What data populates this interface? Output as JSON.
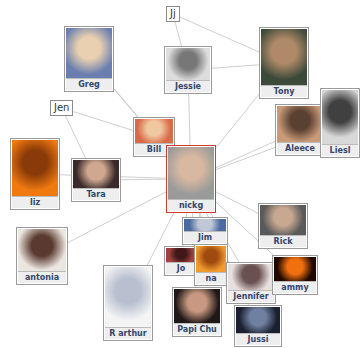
{
  "diagram": {
    "nodes": [
      {
        "text": [
          "Jj"
        ]
      },
      {
        "text": [
          "Greg"
        ]
      },
      {
        "text": [
          "Jessie"
        ]
      },
      {
        "text": [
          "Tony"
        ]
      },
      {
        "text": [
          "Jen"
        ]
      },
      {
        "text": [
          "Aleece"
        ]
      },
      {
        "text": [
          "Liesl"
        ]
      },
      {
        "text": [
          "Bill"
        ]
      },
      {
        "text": [
          "liz"
        ]
      },
      {
        "text": [
          "Tara"
        ]
      },
      {
        "text": [
          "nickg"
        ]
      },
      {
        "text": [
          "Jim"
        ]
      },
      {
        "text": [
          "Rick"
        ]
      },
      {
        "text": [
          "antonia"
        ]
      },
      {
        "text": [
          "Jo"
        ]
      },
      {
        "text": [
          "na"
        ]
      },
      {
        "text": [
          "Jennifer"
        ]
      },
      {
        "text": [
          "ammy"
        ]
      },
      {
        "text": [
          "R arthur"
        ]
      },
      {
        "text": [
          "Papi Chu"
        ]
      },
      {
        "text": [
          "Jussi"
        ]
      }
    ],
    "edges": [
      {
        "from": 10,
        "to": 1,
        "arrow": "none"
      },
      {
        "from": 10,
        "to": 2,
        "arrow": "none"
      },
      {
        "from": 10,
        "to": 3,
        "arrow": "none"
      },
      {
        "from": 10,
        "to": 5,
        "arrow": "none"
      },
      {
        "from": 10,
        "to": 6,
        "arrow": "none"
      },
      {
        "from": 10,
        "to": 7,
        "arrow": "none"
      },
      {
        "from": 10,
        "to": 8,
        "arrow": "none"
      },
      {
        "from": 10,
        "to": 9,
        "arrow": "none"
      },
      {
        "from": 10,
        "to": 11,
        "arrow": "none"
      },
      {
        "from": 10,
        "to": 12,
        "arrow": "none"
      },
      {
        "from": 10,
        "to": 13,
        "arrow": "none"
      },
      {
        "from": 10,
        "to": 14,
        "arrow": "none"
      },
      {
        "from": 10,
        "to": 15,
        "arrow": "none"
      },
      {
        "from": 10,
        "to": 16,
        "arrow": "none"
      },
      {
        "from": 10,
        "to": 17,
        "arrow": "none"
      },
      {
        "from": 10,
        "to": 18,
        "arrow": "none"
      },
      {
        "from": 10,
        "to": 19,
        "arrow": "none"
      },
      {
        "from": 10,
        "to": 20,
        "arrow": "none"
      },
      {
        "from": 0,
        "to": 2,
        "arrow": "none"
      },
      {
        "from": 0,
        "to": 3,
        "arrow": "none"
      },
      {
        "from": 4,
        "to": 9,
        "arrow": "none"
      },
      {
        "from": 4,
        "to": 7,
        "arrow": "none"
      },
      {
        "from": 1,
        "to": 7,
        "arrow": "none"
      },
      {
        "from": 2,
        "to": 3,
        "arrow": "none"
      }
    ]
  }
}
